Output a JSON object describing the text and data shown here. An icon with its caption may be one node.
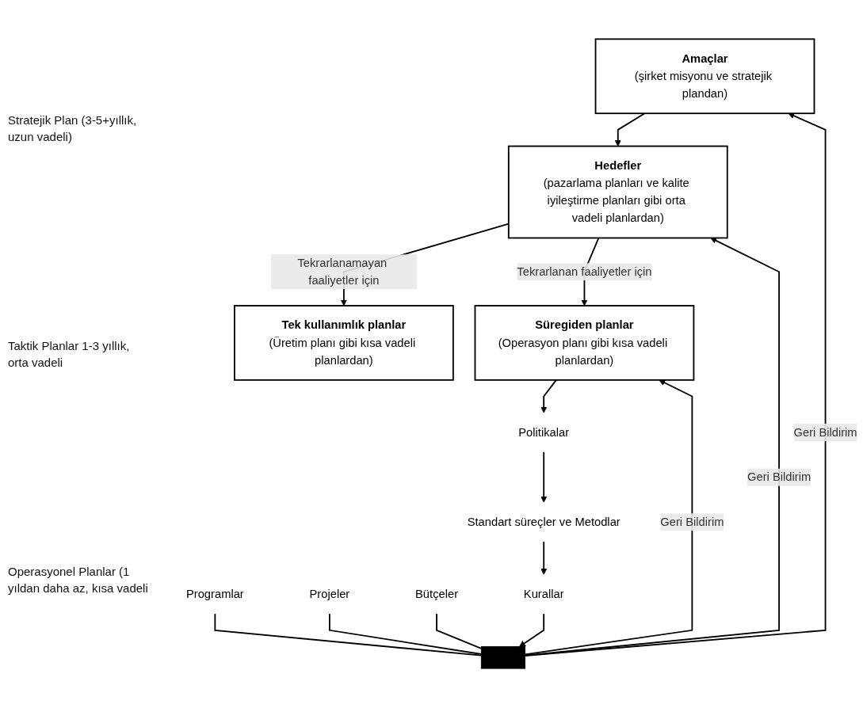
{
  "diagram": {
    "nodes": [
      {
        "text": [
          "Amaçlar",
          "(şirket misyonu ve stratejik plandan)"
        ]
      },
      {
        "text": [
          "Hedefler",
          "(pazarlama planları ve kalite iyileştirme planları gibi orta vadeli planlardan)"
        ]
      },
      {
        "text": [
          "Tek kullanımlık planlar",
          "(Üretim planı gibi kısa vadeli planlardan)"
        ]
      },
      {
        "text": [
          "Süregiden planlar",
          "(Operasyon planı gibi kısa vadeli planlardan)"
        ]
      },
      {
        "text": [
          "Programlar"
        ]
      },
      {
        "text": [
          "Projeler"
        ]
      },
      {
        "text": [
          "Bütçeler"
        ]
      },
      {
        "text": [
          "Politikalar"
        ]
      },
      {
        "text": [
          "Standart süreçler ve Metodlar"
        ]
      },
      {
        "text": [
          "Kurallar"
        ]
      },
      {
        "text": [],
        "shape": "bar"
      }
    ],
    "edges": [
      {
        "from": 0,
        "to": 1,
        "arrow": "to"
      },
      {
        "from": 1,
        "to": 2,
        "label": "Tekrarlanamayan faaliyetler için",
        "arrow": "to"
      },
      {
        "from": 1,
        "to": 3,
        "label": "Tekrarlanan faaliyetler için",
        "arrow": "to"
      },
      {
        "from": 3,
        "to": 7,
        "arrow": "to"
      },
      {
        "from": 7,
        "to": 8,
        "arrow": "to"
      },
      {
        "from": 8,
        "to": 9,
        "arrow": "to"
      },
      {
        "from": 4,
        "to": 10,
        "arrow": "none"
      },
      {
        "from": 5,
        "to": 10,
        "arrow": "none"
      },
      {
        "from": 6,
        "to": 10,
        "arrow": "none"
      },
      {
        "from": 9,
        "to": 10,
        "arrow": "to"
      },
      {
        "from": 10,
        "to": 0,
        "label": "Geri Bildirim",
        "arrow": "to"
      },
      {
        "from": 10,
        "to": 1,
        "label": "Geri Bildirim",
        "arrow": "to"
      },
      {
        "from": 10,
        "to": 3,
        "label": "Geri Bildirim",
        "arrow": "to"
      }
    ],
    "labels": [
      "Stratejik Plan (3-5+yıllık, uzun vadeli)",
      "Taktik Planlar 1-3 yıllık, orta vadeli",
      "Operasyonel Planlar (1 yıldan daha az, kısa vadeli"
    ]
  }
}
